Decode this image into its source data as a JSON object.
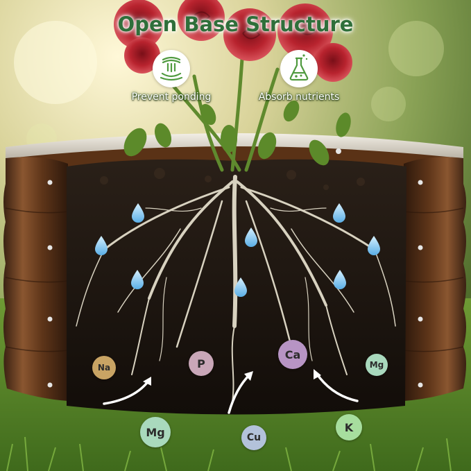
{
  "title": "Open Base Structure",
  "features": [
    {
      "label": "Prevent ponding",
      "icon": "water-drainage-icon"
    },
    {
      "label": "Absorb nutrients",
      "icon": "flask-icon"
    }
  ],
  "minerals": [
    {
      "symbol": "Na",
      "color": "#c9a464"
    },
    {
      "symbol": "P",
      "color": "#c9a7b8"
    },
    {
      "symbol": "Ca",
      "color": "#b794c4"
    },
    {
      "symbol": "Mg",
      "color": "#a9d9bd"
    },
    {
      "symbol": "Mg",
      "color": "#a9d9bd"
    },
    {
      "symbol": "Cu",
      "color": "#b3c2da"
    },
    {
      "symbol": "K",
      "color": "#a7de9e"
    }
  ]
}
